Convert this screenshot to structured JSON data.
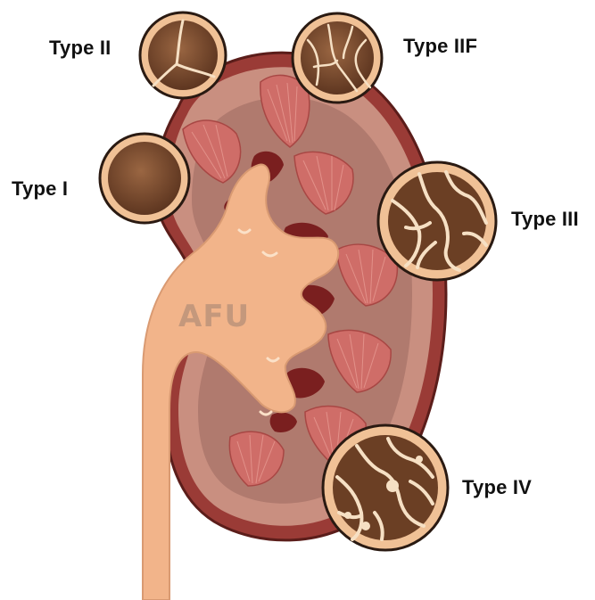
{
  "labels": {
    "type_i": "Type I",
    "type_ii": "Type II",
    "type_iif": "Type IIF",
    "type_iii": "Type III",
    "type_iv": "Type IV"
  },
  "watermark": "AFU",
  "colors": {
    "capsule": "#9a3b36",
    "cortex": "#c98f80",
    "medulla_bg": "#b07a6e",
    "pyramid": "#cf6d68",
    "pelvis": "#f2b48a",
    "pelvis_edge": "#d99a72",
    "calyx_dark": "#7a1f1f",
    "cyst_shell": "#f0c196",
    "cyst_core": "#7b4a2c",
    "septa": "#f6e0c4",
    "outline": "#2a1a12"
  }
}
